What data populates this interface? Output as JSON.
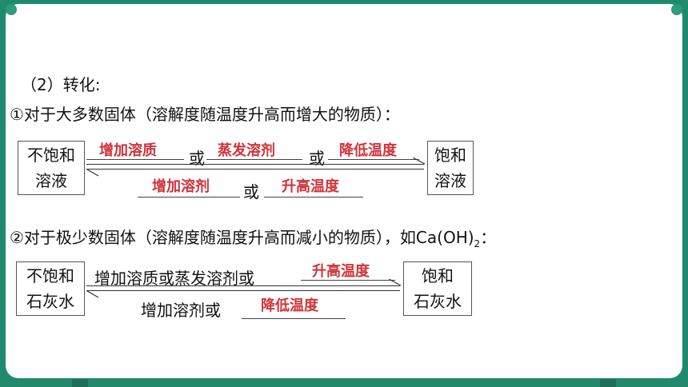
{
  "heading": "（2）转化:",
  "item1": {
    "text": "①对于大多数固体（溶解度随温度升高而增大的物质）："
  },
  "diagram1": {
    "left_box": [
      "不饱和",
      "溶液"
    ],
    "right_box": [
      "饱和",
      "溶液"
    ],
    "top": {
      "a1": "增加溶质",
      "or1": "或",
      "a2": "蒸发溶剂",
      "or2": "或",
      "a3": "降低温度"
    },
    "bottom": {
      "b1": "增加溶剂",
      "or": "或",
      "b2": "升高温度"
    }
  },
  "item2": {
    "text": "②对于极少数固体（溶解度随温度升高而减小的物质），如Ca(OH)",
    "sub": "2",
    "tail": "："
  },
  "diagram2": {
    "left_box": [
      "不饱和",
      "石灰水"
    ],
    "right_box": [
      "饱和",
      "石灰水"
    ],
    "top": {
      "prefix": "增加溶质或蒸发溶剂或",
      "answer": "升高温度"
    },
    "bottom": {
      "prefix": "增加溶剂或",
      "answer": "降低温度"
    }
  }
}
